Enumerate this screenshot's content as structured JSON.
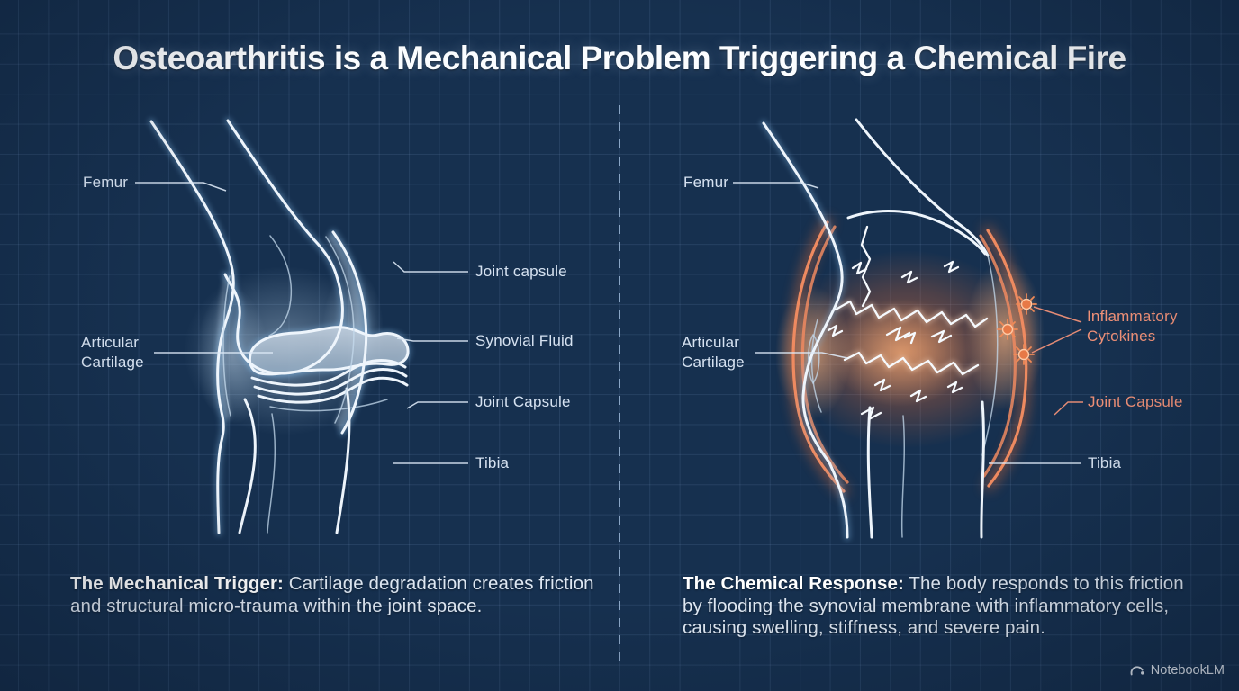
{
  "title": "Osteoarthritis is a Mechanical Problem Triggering a Chemical Fire",
  "panels": {
    "left": {
      "name": "healthy-knee-mechanical-trigger",
      "labels": {
        "femur": "Femur",
        "articular_cartilage": "Articular Cartilage",
        "joint_capsule_upper": "Joint capsule",
        "synovial_fluid": "Synovial Fluid",
        "joint_capsule_lower": "Joint Capsule",
        "tibia": "Tibia"
      },
      "caption_lead": "The Mechanical Trigger:",
      "caption_body": " Cartilage degradation creates friction and structural micro-trauma within the joint space."
    },
    "right": {
      "name": "inflamed-knee-chemical-response",
      "labels": {
        "femur": "Femur",
        "articular_cartilage": "Articular Cartilage",
        "inflammatory_cytokines": "Inflammatory Cytokines",
        "joint_capsule": "Joint Capsule",
        "tibia": "Tibia"
      },
      "caption_lead": "The Chemical Response:",
      "caption_body": " The body responds to this friction by flooding the synovial membrane with inflammatory cells, causing swelling, stiffness, and severe pain."
    }
  },
  "watermark": "NotebookLM",
  "colors": {
    "background": "#16304f",
    "grid_line": "#2c4b74",
    "text_white": "#fbfdff",
    "label_blue_white": "#d6e2f1",
    "salmon_accent": "#ef9077",
    "healthy_glow": "#cfe4f6",
    "inflamed_glow": "#f0783c"
  }
}
